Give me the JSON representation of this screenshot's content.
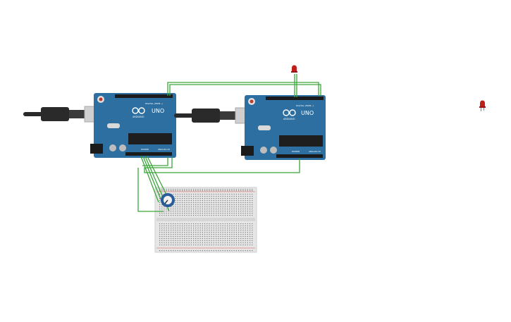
{
  "boards": [
    {
      "id": "uno-left",
      "brand_label": "ARDUINO",
      "model_label": "UNO",
      "digital_label": "DIGITAL (PWM~)",
      "power_label": "POWER",
      "analog_label": "ANALOG IN"
    },
    {
      "id": "uno-right",
      "brand_label": "ARDUINO",
      "model_label": "UNO",
      "digital_label": "DIGITAL (PWM~)",
      "power_label": "POWER",
      "analog_label": "ANALOG IN"
    }
  ],
  "colors": {
    "board_blue": "#2d6fa0",
    "board_dark": "#1f5580",
    "wire_green": "#3aa63a",
    "led_red": "#c21d1d",
    "usb_black": "#2a2a2a",
    "usb_silver": "#cfcfcf",
    "breadboard": "#e6e6e6",
    "pot_blue": "#2a5b9a"
  },
  "components": {
    "leds": [
      "led-on-board",
      "led-floating"
    ],
    "potentiometer": "pot",
    "breadboard": "breadboard"
  }
}
